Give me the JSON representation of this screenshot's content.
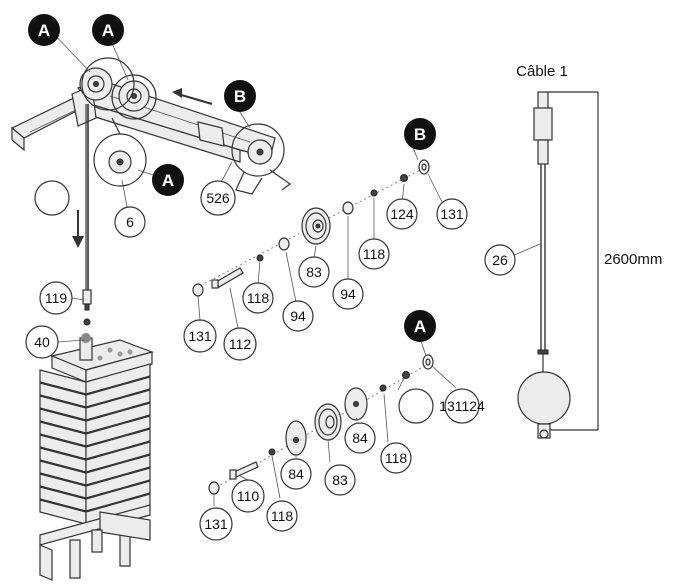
{
  "badges": {
    "a": "A",
    "b": "B"
  },
  "callouts": {
    "c6": "6",
    "c526": "526",
    "c124_top": "124",
    "c131_top": "131",
    "c118_b1": "118",
    "c83_b": "83",
    "c94_b1": "94",
    "c118_b2": "118",
    "c94_b2": "94",
    "c131_b": "131",
    "c112": "112",
    "c119": "119",
    "c40": "40",
    "c131124": "131124",
    "c84_a1": "84",
    "c118_a1": "118",
    "c84_a2": "84",
    "c83_a": "83",
    "c110": "110",
    "c131_a": "131",
    "c118_a2": "118",
    "c26": "26"
  },
  "cable": {
    "title": "Câble 1",
    "length": "2600mm"
  }
}
